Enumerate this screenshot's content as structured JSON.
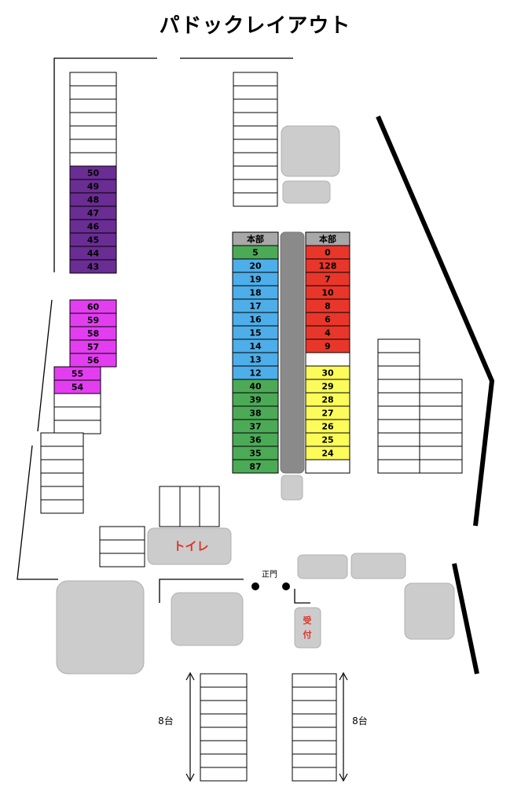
{
  "title": "パドックレイアウト",
  "labels": {
    "toilet": "トイレ",
    "main_gate": "正門",
    "reception_1": "受",
    "reception_2": "付",
    "hq": "本部",
    "count_left": "8台",
    "count_right": "8台"
  },
  "colors": {
    "purple": "#6a2d94",
    "magenta": "#e23ef0",
    "green": "#4caa57",
    "blue": "#4daee9",
    "red": "#e8372a",
    "yellow": "#fbfb5a",
    "white": "#ffffff",
    "header_gray": "#a8a8a8",
    "building_gray": "#cccccc",
    "toilet_text": "#e0322a",
    "reception_text": "#e0322a"
  },
  "columns": {
    "top_left": {
      "cells": [
        "",
        "",
        "",
        "",
        "",
        "",
        "",
        "50",
        "49",
        "48",
        "47",
        "46",
        "45",
        "44",
        "43"
      ],
      "colors": [
        "white",
        "white",
        "white",
        "white",
        "white",
        "white",
        "white",
        "purple",
        "purple",
        "purple",
        "purple",
        "purple",
        "purple",
        "purple",
        "purple"
      ]
    },
    "mid_left_a": {
      "cells": [
        "60",
        "59",
        "58",
        "57",
        "56"
      ],
      "colors": [
        "magenta",
        "magenta",
        "magenta",
        "magenta",
        "magenta"
      ]
    },
    "mid_left_b": {
      "cells": [
        "55",
        "54",
        "",
        "",
        ""
      ],
      "colors": [
        "magenta",
        "magenta",
        "white",
        "white",
        "white"
      ]
    },
    "lower_left": {
      "cells": [
        "",
        "",
        "",
        "",
        "",
        ""
      ],
      "colors": [
        "white",
        "white",
        "white",
        "white",
        "white",
        "white"
      ]
    },
    "top_center": {
      "cells": [
        "",
        "",
        "",
        "",
        "",
        "",
        "",
        "",
        "",
        ""
      ],
      "colors": [
        "white",
        "white",
        "white",
        "white",
        "white",
        "white",
        "white",
        "white",
        "white",
        "white"
      ]
    },
    "center_left": {
      "cells": [
        "本部",
        "5",
        "20",
        "19",
        "18",
        "17",
        "16",
        "15",
        "14",
        "13",
        "12",
        "40",
        "39",
        "38",
        "37",
        "36",
        "35",
        "87"
      ],
      "colors": [
        "header_gray",
        "green",
        "blue",
        "blue",
        "blue",
        "blue",
        "blue",
        "blue",
        "blue",
        "blue",
        "blue",
        "green",
        "green",
        "green",
        "green",
        "green",
        "green",
        "green"
      ]
    },
    "center_right": {
      "cells": [
        "本部",
        "0",
        "128",
        "7",
        "10",
        "8",
        "6",
        "4",
        "9",
        "",
        "30",
        "29",
        "28",
        "27",
        "26",
        "25",
        "24",
        ""
      ],
      "colors": [
        "header_gray",
        "red",
        "red",
        "red",
        "red",
        "red",
        "red",
        "red",
        "red",
        "white",
        "yellow",
        "yellow",
        "yellow",
        "yellow",
        "yellow",
        "yellow",
        "yellow",
        "white"
      ]
    },
    "right_a": {
      "cells": [
        "",
        "",
        "",
        "",
        "",
        "",
        "",
        "",
        "",
        ""
      ],
      "colors": [
        "white",
        "white",
        "white",
        "white",
        "white",
        "white",
        "white",
        "white",
        "white",
        "white"
      ]
    },
    "right_b": {
      "cells": [
        "",
        "",
        "",
        "",
        "",
        "",
        ""
      ],
      "colors": [
        "white",
        "white",
        "white",
        "white",
        "white",
        "white",
        "white"
      ]
    },
    "small_left": {
      "cells": [
        "",
        "",
        ""
      ],
      "colors": [
        "white",
        "white",
        "white"
      ]
    },
    "bottom_left": {
      "cells": [
        "",
        "",
        "",
        "",
        "",
        "",
        "",
        ""
      ],
      "colors": [
        "white",
        "white",
        "white",
        "white",
        "white",
        "white",
        "white",
        "white"
      ]
    },
    "bottom_right": {
      "cells": [
        "",
        "",
        "",
        "",
        "",
        "",
        "",
        ""
      ],
      "colors": [
        "white",
        "white",
        "white",
        "white",
        "white",
        "white",
        "white",
        "white"
      ]
    }
  }
}
